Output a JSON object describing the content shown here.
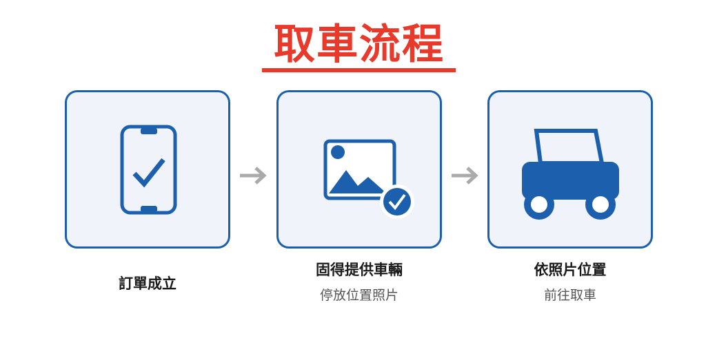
{
  "title": "取車流程",
  "colors": {
    "accent": "#e8392b",
    "primary": "#1c5fad",
    "card_bg": "#f0f4fa"
  },
  "steps": [
    {
      "label": "訂單成立",
      "icon": "phone-check-icon"
    },
    {
      "label": "固得提供車輛",
      "sub": "停放位置照片",
      "icon": "image-check-icon"
    },
    {
      "label": "依照片位置",
      "sub": "前往取車",
      "icon": "car-icon"
    }
  ]
}
